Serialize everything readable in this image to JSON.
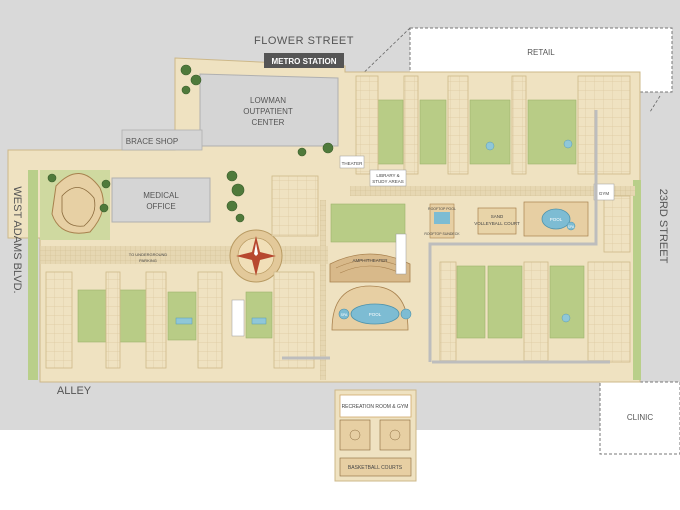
{
  "streets": {
    "north": "FLOWER STREET",
    "east": "23RD STREET",
    "west": "WEST ADAMS BLVD.",
    "south": "ALLEY"
  },
  "transit": {
    "metro": "METRO STATION"
  },
  "buildings": {
    "retail": "RETAIL",
    "clinic": "CLINIC",
    "lowman_1": "LOWMAN",
    "lowman_2": "OUTPATIENT",
    "lowman_3": "CENTER",
    "brace_shop": "BRACE SHOP",
    "medical_1": "MEDICAL",
    "medical_2": "OFFICE"
  },
  "amenities": {
    "theater": "THEATER",
    "library_1": "LIBRARY &",
    "library_2": "STUDY AREAS",
    "gym": "GYM",
    "sand_volleyball_1": "SAND",
    "sand_volleyball_2": "VOLLEYBALL COURT",
    "amphitheater": "AMPHITHEATER",
    "pool": "POOL",
    "spa": "SPA",
    "rooftop_pool": "ROOFTOP POOL",
    "rooftop_sundeck": "ROOFTOP SUNDECK",
    "underground_1": "TO UNDERGROUND",
    "underground_2": "PARKING"
  },
  "inset": {
    "recreation": "RECREATION ROOM & GYM",
    "courts": "BASKETBALL COURTS"
  }
}
